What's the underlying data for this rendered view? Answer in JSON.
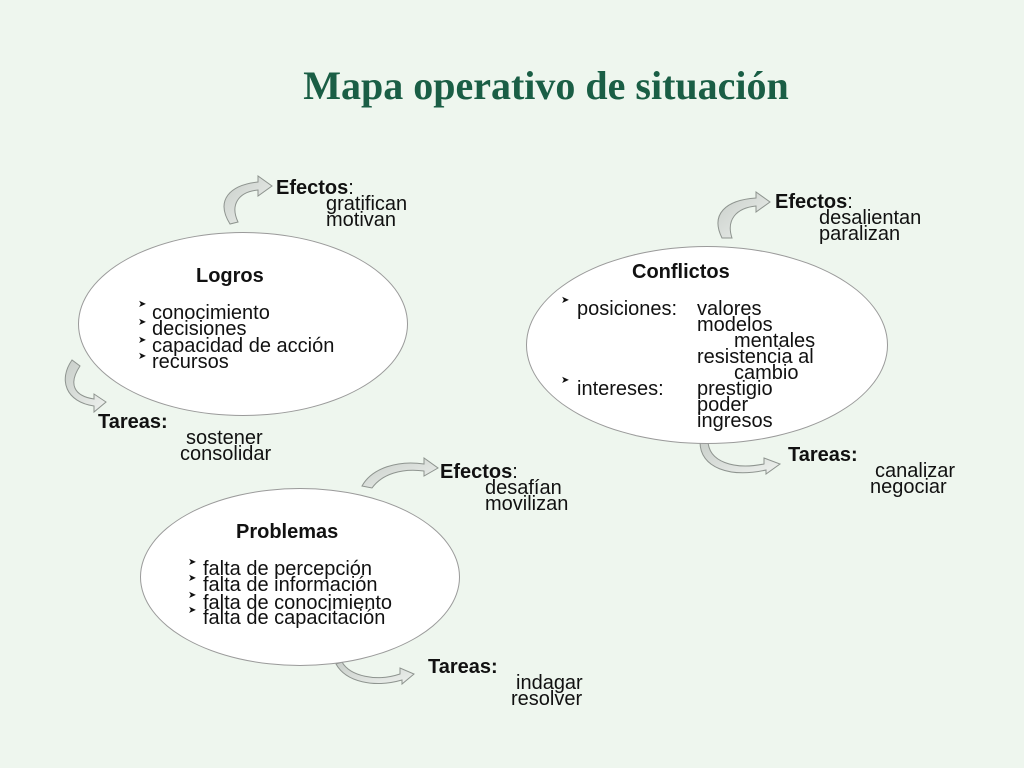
{
  "title": "Mapa operativo de situación",
  "logros": {
    "heading": "Logros",
    "items": [
      "conocimiento",
      "decisiones",
      "capacidad de acción",
      "recursos"
    ],
    "efectos_label": "Efectos",
    "efectos_colon": ":",
    "efectos_items": [
      "gratifican",
      "motivan"
    ],
    "tareas_label": "Tareas:",
    "tareas_items": [
      "sostener",
      "consolidar"
    ]
  },
  "conflictos": {
    "heading": "Conflictos",
    "posiciones_label": "posiciones:",
    "posiciones_items": [
      "valores",
      "modelos",
      "mentales",
      "resistencia al",
      "cambio"
    ],
    "intereses_label": "intereses:",
    "intereses_items": [
      "prestigio",
      "poder",
      "ingresos"
    ],
    "efectos_label": "Efectos",
    "efectos_colon": ":",
    "efectos_items": [
      "desalientan",
      "paralizan"
    ],
    "tareas_label": "Tareas:",
    "tareas_items": [
      "canalizar",
      "negociar"
    ]
  },
  "problemas": {
    "heading": "Problemas",
    "items": [
      "falta de percepción",
      "falta de información",
      "falta de conocimiento",
      "falta de capacitación"
    ],
    "efectos_label": "Efectos",
    "efectos_colon": ":",
    "efectos_items": [
      "desafían",
      "movilizan"
    ],
    "tareas_label": "Tareas:",
    "tareas_items": [
      "indagar",
      "resolver"
    ]
  },
  "colors": {
    "title": "#1a5e45",
    "background": "#eef6ee",
    "arrow_fill": "#d7dcd8"
  },
  "icons": {
    "bullet": "bullet-arrow-icon",
    "curved_arrow": "curved-arrow-icon"
  }
}
